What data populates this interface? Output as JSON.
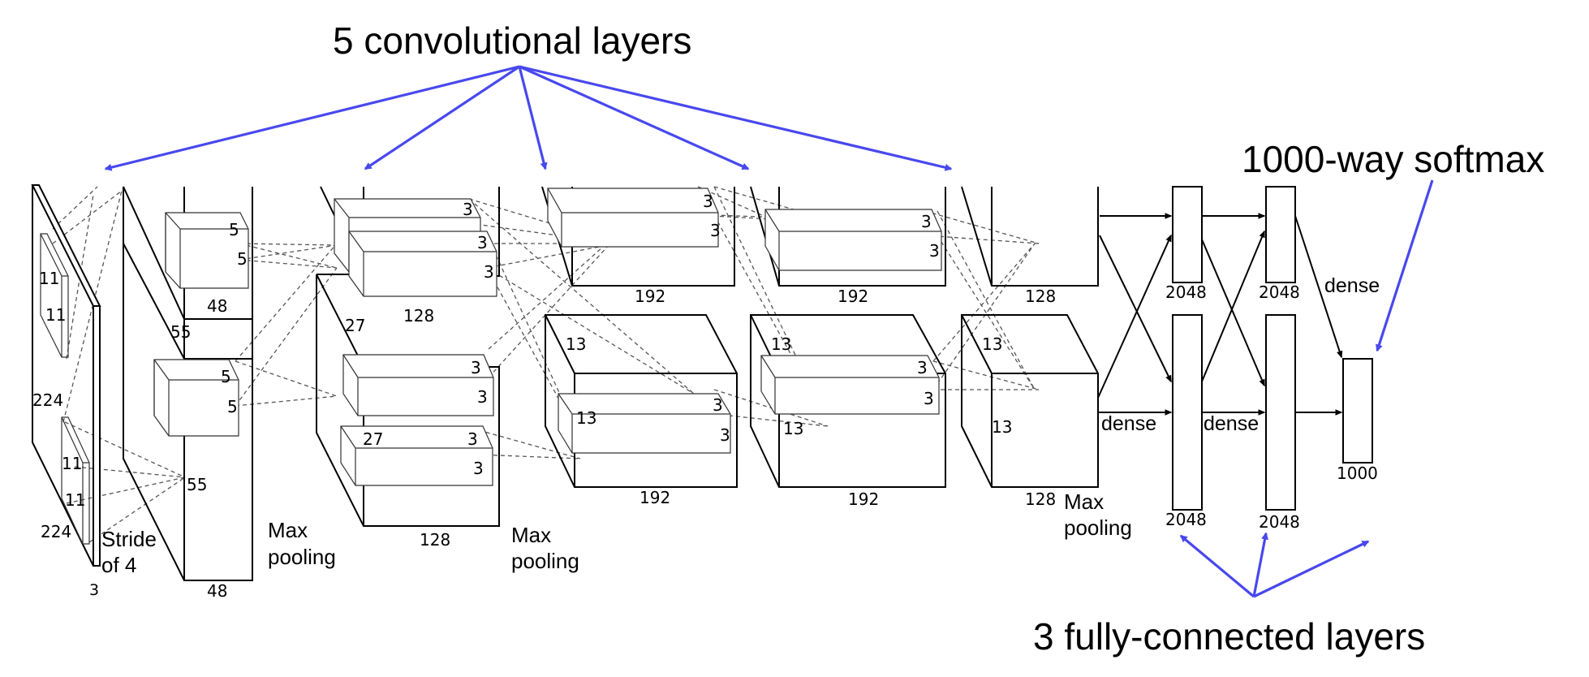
{
  "colors": {
    "annotation_arrow": "#4848ee",
    "lines": "#000000",
    "connections": "#555555"
  },
  "annotations": {
    "conv": "5 convolutional layers",
    "softmax": "1000-way softmax",
    "fc": "3 fully-connected layers"
  },
  "input": {
    "size_h": "224",
    "size_w": "224",
    "channels": "3",
    "stride_line1": "Stride",
    "stride_line2": "of 4"
  },
  "kernels": {
    "k11a": "11",
    "k11b": "11",
    "k5a": "5",
    "k5b": "5",
    "k3": "3",
    "k27": "27",
    "k13": "13"
  },
  "layers": {
    "conv1_h": "55",
    "conv1_w": "55",
    "conv1_d": "48",
    "conv2_h": "27",
    "conv2_d": "128",
    "conv3_d": "192",
    "conv3_h": "13",
    "conv4_d": "192",
    "conv4_h": "13",
    "conv5_d": "128",
    "conv5_h": "13",
    "fc_units": "2048",
    "out_units": "1000"
  },
  "ops": {
    "pool1": "Max",
    "pool2": "pooling",
    "dense": "dense"
  }
}
